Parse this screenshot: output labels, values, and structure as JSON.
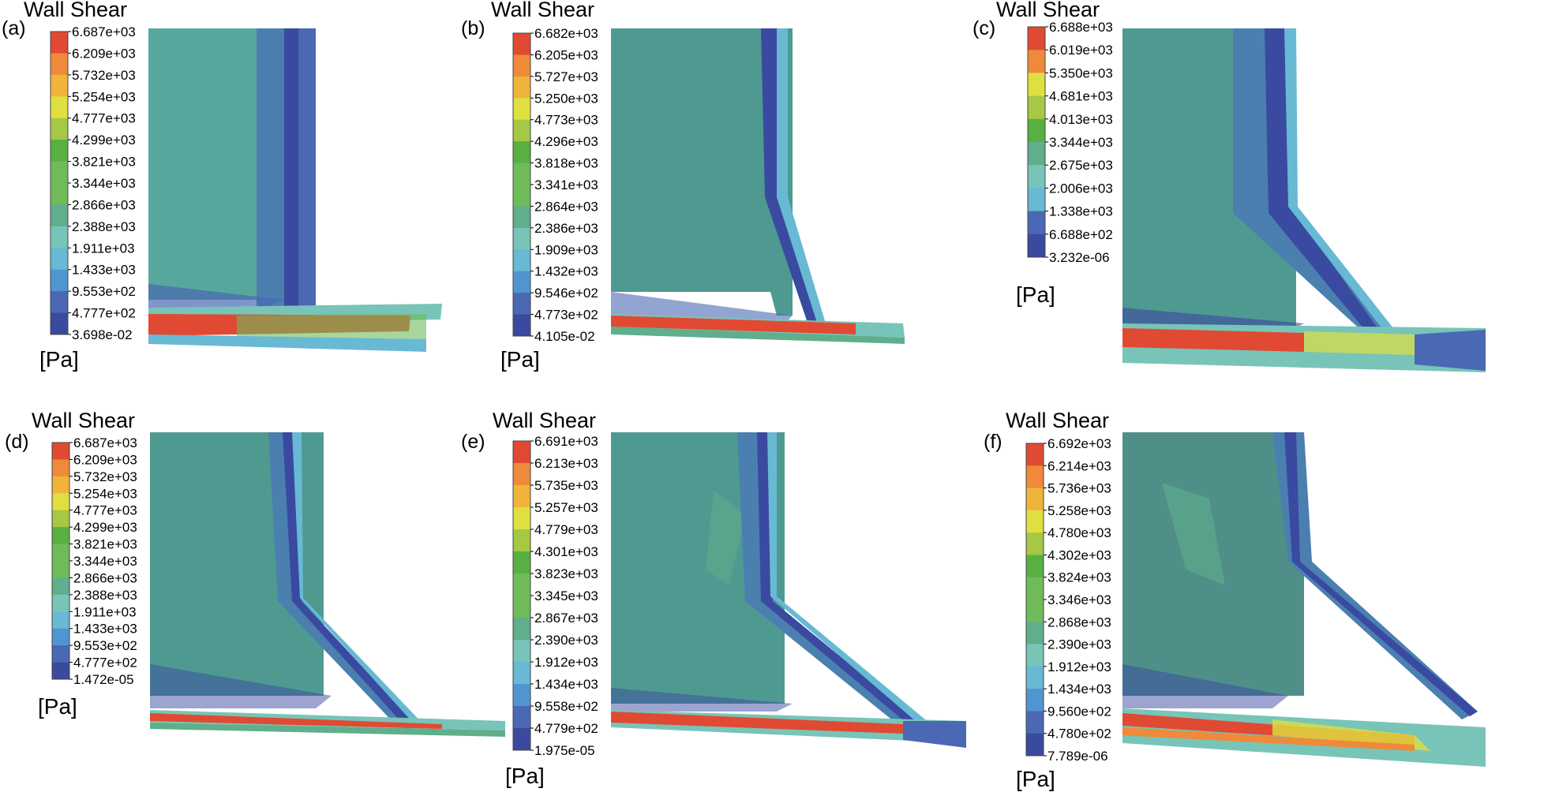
{
  "title": "Wall Shear",
  "unit": "[Pa]",
  "colors": [
    "#3a4aa0",
    "#4a68b4",
    "#4f96d0",
    "#67b9d4",
    "#78c4b8",
    "#5fae8c",
    "#6fbb5a",
    "#58b042",
    "#a6c845",
    "#dfe040",
    "#f0b43a",
    "#ee8a3a",
    "#e04a33"
  ],
  "panels": [
    {
      "letter": "(a)",
      "ticks": [
        "6.687e+03",
        "6.209e+03",
        "5.732e+03",
        "5.254e+03",
        "4.777e+03",
        "4.299e+03",
        "3.821e+03",
        "3.344e+03",
        "2.866e+03",
        "2.388e+03",
        "1.911e+03",
        "1.433e+03",
        "9.553e+02",
        "4.777e+02",
        "3.698e-02"
      ]
    },
    {
      "letter": "(b)",
      "ticks": [
        "6.682e+03",
        "6.205e+03",
        "5.727e+03",
        "5.250e+03",
        "4.773e+03",
        "4.296e+03",
        "3.818e+03",
        "3.341e+03",
        "2.864e+03",
        "2.386e+03",
        "1.909e+03",
        "1.432e+03",
        "9.546e+02",
        "4.773e+02",
        "4.105e-02"
      ]
    },
    {
      "letter": "(c)",
      "ticks": [
        "6.688e+03",
        "6.019e+03",
        "5.350e+03",
        "4.681e+03",
        "4.013e+03",
        "3.344e+03",
        "2.675e+03",
        "2.006e+03",
        "1.338e+03",
        "6.688e+02",
        "3.232e-06"
      ]
    },
    {
      "letter": "(d)",
      "ticks": [
        "6.687e+03",
        "6.209e+03",
        "5.732e+03",
        "5.254e+03",
        "4.777e+03",
        "4.299e+03",
        "3.821e+03",
        "3.344e+03",
        "2.866e+03",
        "2.388e+03",
        "1.911e+03",
        "1.433e+03",
        "9.553e+02",
        "4.777e+02",
        "1.472e-05"
      ]
    },
    {
      "letter": "(e)",
      "ticks": [
        "6.691e+03",
        "6.213e+03",
        "5.735e+03",
        "5.257e+03",
        "4.779e+03",
        "4.301e+03",
        "3.823e+03",
        "3.345e+03",
        "2.867e+03",
        "2.390e+03",
        "1.912e+03",
        "1.434e+03",
        "9.558e+02",
        "4.779e+02",
        "1.975e-05"
      ]
    },
    {
      "letter": "(f)",
      "ticks": [
        "6.692e+03",
        "6.214e+03",
        "5.736e+03",
        "5.258e+03",
        "4.780e+03",
        "4.302e+03",
        "3.824e+03",
        "3.346e+03",
        "2.868e+03",
        "2.390e+03",
        "1.912e+03",
        "1.434e+03",
        "9.560e+02",
        "4.780e+02",
        "7.789e-06"
      ]
    }
  ]
}
